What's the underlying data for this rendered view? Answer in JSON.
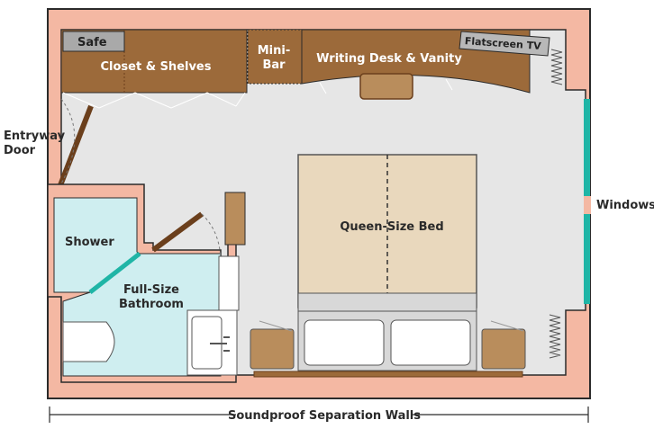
{
  "labels": {
    "safe": "Safe",
    "closet": "Closet & Shelves",
    "minibar_line1": "Mini-",
    "minibar_line2": "Bar",
    "desk": "Writing Desk & Vanity",
    "tv": "Flatscreen TV",
    "entry_line1": "Entryway",
    "entry_line2": "Door",
    "bed": "Queen-Size Bed",
    "windows": "Windows",
    "shower": "Shower",
    "bath_line1": "Full-Size",
    "bath_line2": "Bathroom",
    "walls": "Soundproof Separation Walls"
  },
  "colors": {
    "wall": "#f4b8a3",
    "wall_stroke": "#2b2b2b",
    "floor": "#e6e6e6",
    "furniture": "#9c6a3a",
    "furniture_dark": "#6b3f1c",
    "bathroom": "#cfeef0",
    "window": "#1fb5a6",
    "bed": "#e9d8bd",
    "pillow": "#ffffff",
    "headboard": "#d8d8d8",
    "safe": "#a9a9a9",
    "nightstand": "#b98d5c"
  }
}
